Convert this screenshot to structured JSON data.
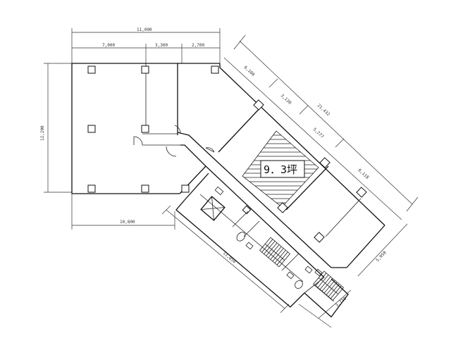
{
  "floor_plan": {
    "area_label": "9．3坪",
    "dimensions": {
      "top_total": "11,000",
      "top_seg1": "7,000",
      "top_seg2": "3,300",
      "top_seg3": "2,700",
      "left_total": "12,200",
      "bottom_left": "10,800",
      "diag_seg1": "6,100",
      "diag_seg2": "3,130",
      "diag_total": "21,432",
      "diag_seg3": "5,277",
      "diag_seg4": "6,118",
      "right_side": "5,950",
      "bottom_diag": "11,850",
      "bottom_right": "3,710"
    }
  }
}
